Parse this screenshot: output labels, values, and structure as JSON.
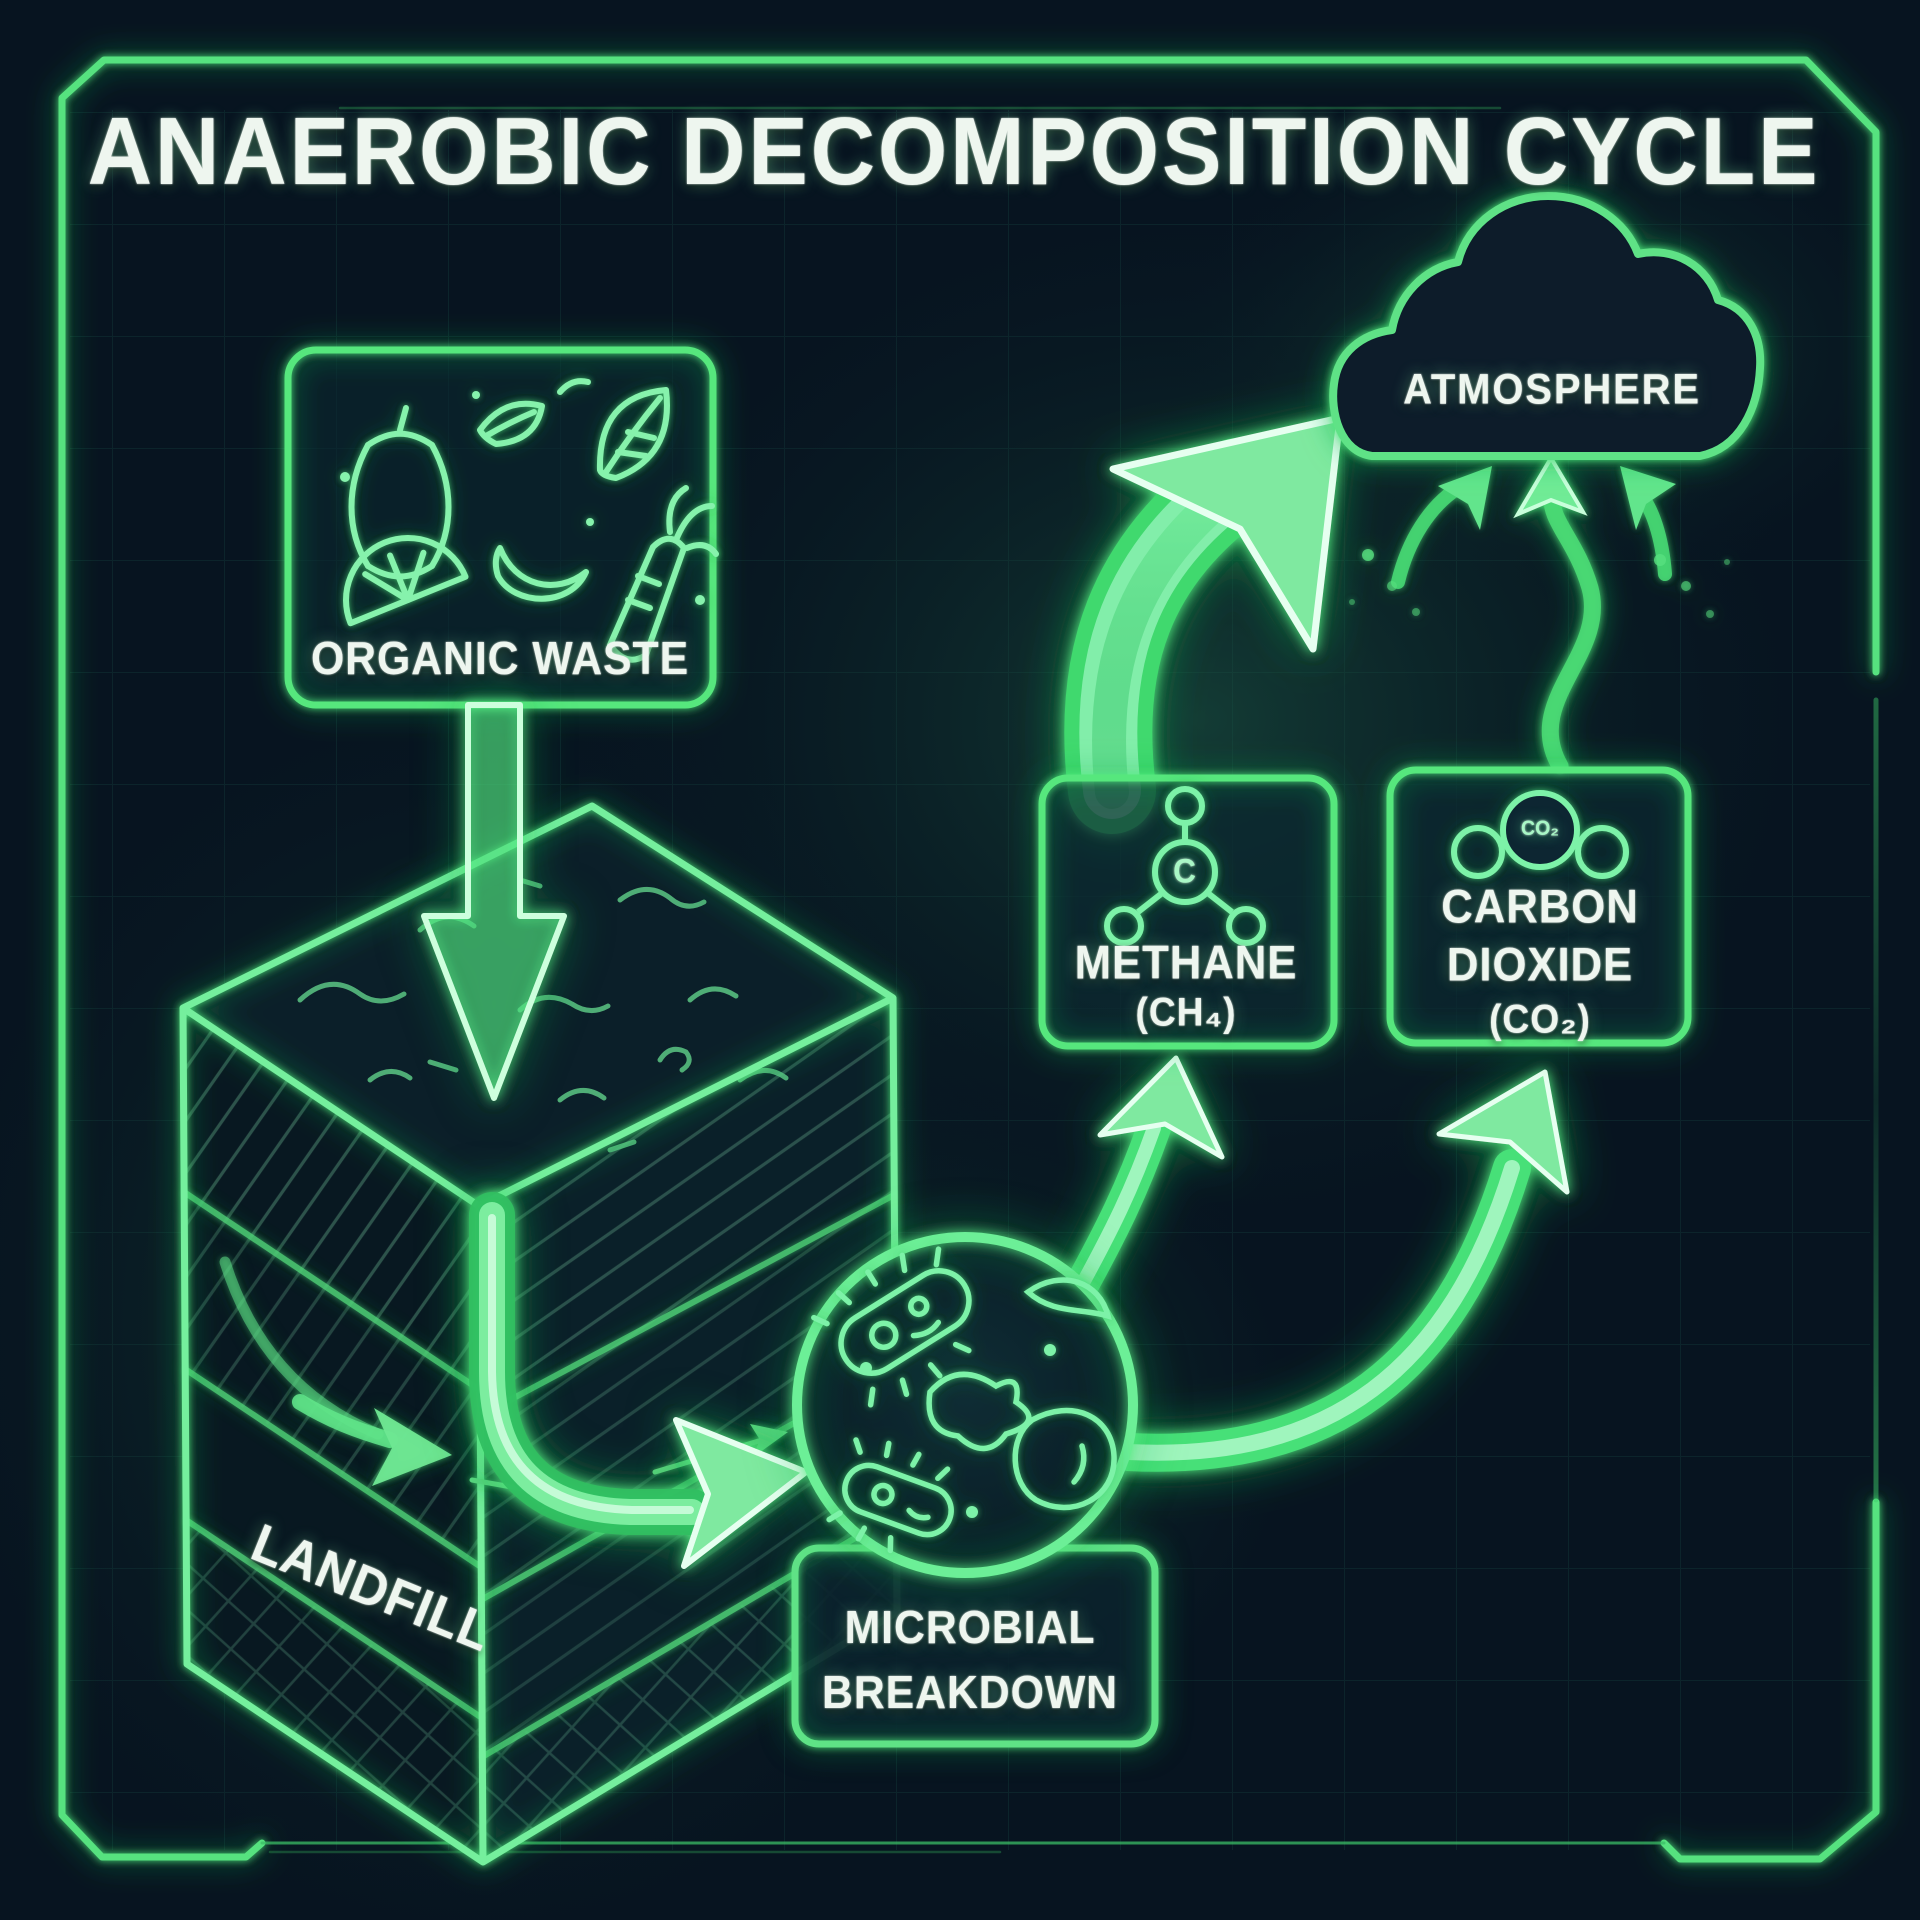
{
  "title": "ANAEROBIC DECOMPOSITION CYCLE",
  "colors": {
    "background": "#071420",
    "neon_green": "#4ce878",
    "neon_bright": "#a9f7c6",
    "neon_dim": "#2fae57",
    "text": "#eef6ef",
    "grid": "#2a8f62"
  },
  "nodes": {
    "organic_waste": {
      "label": "ORGANIC WASTE",
      "icons": [
        "apple-core-icon",
        "leaf-icon",
        "big-leaf-icon",
        "sprout-icon",
        "orange-slice-icon",
        "banana-icon",
        "carrot-icon"
      ]
    },
    "landfill": {
      "label": "LANDFILL"
    },
    "microbial_breakdown": {
      "line1": "MICROBIAL",
      "line2": "BREAKDOWN",
      "icons": [
        "bacterium-rod-icon",
        "bacterium-curved-icon",
        "amoeba-icon",
        "bacterium-bean-icon"
      ]
    },
    "methane": {
      "label": "METHANE",
      "formula": "(CH₄)",
      "molecule_center": "C"
    },
    "carbon_dioxide": {
      "line1": "CARBON",
      "line2": "DIOXIDE",
      "formula": "(CO₂)",
      "molecule_center": "CO₂"
    },
    "atmosphere": {
      "label": "ATMOSPHERE"
    }
  },
  "flows": [
    {
      "from": "organic-waste",
      "to": "landfill"
    },
    {
      "from": "landfill",
      "to": "microbial-breakdown"
    },
    {
      "from": "microbial-breakdown",
      "to": "methane"
    },
    {
      "from": "microbial-breakdown",
      "to": "carbon-dioxide"
    },
    {
      "from": "methane",
      "to": "atmosphere"
    },
    {
      "from": "carbon-dioxide",
      "to": "atmosphere"
    }
  ]
}
